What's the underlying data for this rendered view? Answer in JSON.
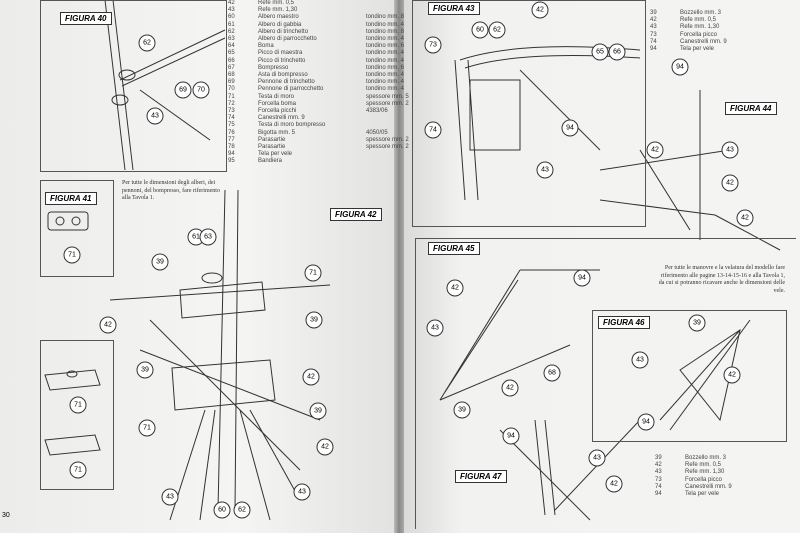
{
  "left_page": {
    "page_number": "30",
    "parts_list": [
      {
        "n": "42",
        "d": "Refe mm. 0,5",
        "s": ""
      },
      {
        "n": "43",
        "d": "Refe mm. 1,30",
        "s": ""
      },
      {
        "n": "60",
        "d": "Albero maestro",
        "s": "tondino mm. 8"
      },
      {
        "n": "61",
        "d": "Albero di gabbia",
        "s": "tondino mm. 4"
      },
      {
        "n": "62",
        "d": "Albero di trinchetto",
        "s": "tondino mm. 8"
      },
      {
        "n": "63",
        "d": "Albero di parrocchetto",
        "s": "tondino mm. 4"
      },
      {
        "n": "64",
        "d": "Boma",
        "s": "tondino mm. 6"
      },
      {
        "n": "65",
        "d": "Picco di maestra",
        "s": "tondino mm. 4"
      },
      {
        "n": "66",
        "d": "Picco di trinchetto",
        "s": "tondino mm. 4"
      },
      {
        "n": "67",
        "d": "Bompresso",
        "s": "tondino mm. 6"
      },
      {
        "n": "68",
        "d": "Asta di bompresso",
        "s": "tondino mm. 4"
      },
      {
        "n": "69",
        "d": "Pennone di trinchetto",
        "s": "tondino mm. 4"
      },
      {
        "n": "70",
        "d": "Pennone di parrocchetto",
        "s": "tondino mm. 4"
      },
      {
        "n": "71",
        "d": "Testa di moro",
        "s": "spessore mm. 5"
      },
      {
        "n": "72",
        "d": "Forcella boma",
        "s": "spessore mm. 2"
      },
      {
        "n": "73",
        "d": "Forcella picchi",
        "s": "4383/06"
      },
      {
        "n": "74",
        "d": "Canestrelli mm. 9",
        "s": ""
      },
      {
        "n": "75",
        "d": "Testa di moro bompresso",
        "s": ""
      },
      {
        "n": "76",
        "d": "Bigotta mm. 5",
        "s": "4050/05"
      },
      {
        "n": "77",
        "d": "Parasartie",
        "s": "spessore mm. 2"
      },
      {
        "n": "78",
        "d": "Parasartie",
        "s": "spessore mm. 2"
      },
      {
        "n": "94",
        "d": "Tela per vele",
        "s": ""
      },
      {
        "n": "95",
        "d": "Bandiera",
        "s": ""
      }
    ],
    "note": "Per tutte le dimensioni degli alberi, dei pennoni, del bompresso, fare riferimento alla Tavola 1.",
    "fig40": {
      "label": "FIGURA 40",
      "callouts": [
        "62",
        "69",
        "70",
        "43"
      ]
    },
    "fig41": {
      "label": "FIGURA 41",
      "callouts": [
        "71",
        "71",
        "71"
      ]
    },
    "fig42": {
      "label": "FIGURA 42",
      "callouts": [
        "61",
        "63",
        "39",
        "71",
        "42",
        "39",
        "39",
        "42",
        "71",
        "39",
        "42",
        "43",
        "43",
        "60",
        "62"
      ]
    }
  },
  "right_page": {
    "parts_list_top": [
      {
        "n": "39",
        "d": "Bozzello mm. 3"
      },
      {
        "n": "42",
        "d": "Refe mm. 0,5"
      },
      {
        "n": "43",
        "d": "Refe mm. 1,30"
      },
      {
        "n": "73",
        "d": "Forcella picco"
      },
      {
        "n": "74",
        "d": "Canestrelli mm. 9"
      },
      {
        "n": "94",
        "d": "Tela per vele"
      }
    ],
    "parts_list_bottom": [
      {
        "n": "39",
        "d": "Bozzello mm. 3"
      },
      {
        "n": "42",
        "d": "Refe mm. 0,5"
      },
      {
        "n": "43",
        "d": "Refe mm. 1,30"
      },
      {
        "n": "73",
        "d": "Forcella picco"
      },
      {
        "n": "74",
        "d": "Canestrelli mm. 9"
      },
      {
        "n": "94",
        "d": "Tela per vele"
      }
    ],
    "note": "Per tutte le manovre e la velatura del modello fare riferimento alle pagine 13-14-15-16 e alla Tavola 1, da cui si potranno ricavare anche le dimensioni delle vele.",
    "fig43": {
      "label": "FIGURA 43",
      "callouts": [
        "60",
        "62",
        "42",
        "73",
        "65",
        "66",
        "74",
        "94",
        "43"
      ]
    },
    "fig44": {
      "label": "FIGURA 44",
      "callouts": [
        "94",
        "42",
        "43",
        "42",
        "42"
      ]
    },
    "fig45": {
      "label": "FIGURA 45",
      "callouts": [
        "94",
        "42",
        "43",
        "42",
        "68",
        "39"
      ]
    },
    "fig46": {
      "label": "FIGURA 46",
      "callouts": [
        "39",
        "43",
        "42",
        "94"
      ]
    },
    "fig47": {
      "label": "FIGURA 47",
      "callouts": [
        "94",
        "43",
        "42"
      ]
    }
  }
}
